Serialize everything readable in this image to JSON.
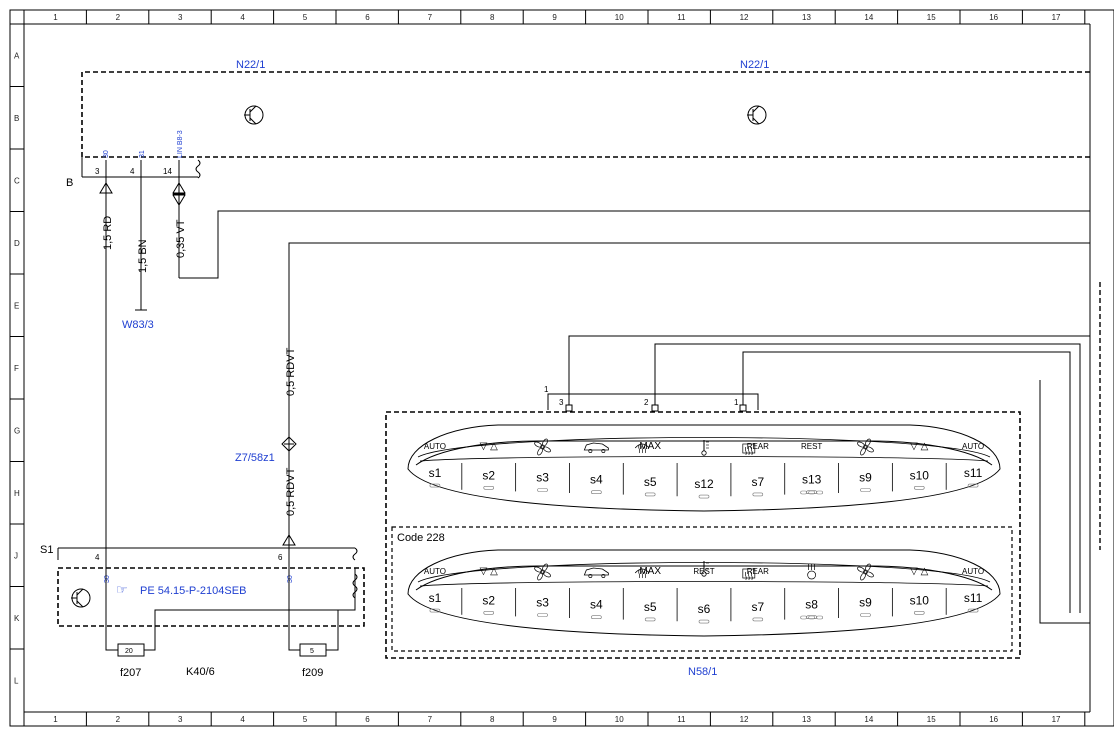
{
  "grid": {
    "columns": [
      "1",
      "2",
      "3",
      "4",
      "5",
      "6",
      "7",
      "8",
      "9",
      "10",
      "11",
      "12",
      "13",
      "14",
      "15",
      "16",
      "17"
    ],
    "rows": [
      "A",
      "B",
      "C",
      "D",
      "E",
      "F",
      "G",
      "H",
      "J",
      "K",
      "L"
    ]
  },
  "components": {
    "n22_left": "N22/1",
    "n22_right": "N22/1",
    "connector_b": "B",
    "w83": "W83/3",
    "z7": "Z7/58z1",
    "s1": "S1",
    "k40": "K40/6",
    "f207": "f207",
    "f209": "f209",
    "n58": "N58/1",
    "code": "Code 228",
    "pe_ref": "PE 54.15-P-2104SEB"
  },
  "pins": {
    "p3": "3",
    "p4": "4",
    "p14": "14",
    "sig30": "30",
    "sig31": "31",
    "siglin": "LIN B8-3",
    "s1p4": "4",
    "s1p6": "6",
    "s1sig30a": "30",
    "s1sig30b": "30",
    "n58p3": "3",
    "n58p2": "2",
    "n58p1": "1",
    "n58lead": "1",
    "fuse20": "20",
    "fuse5": "5"
  },
  "wires": {
    "w1": "1,5 RD",
    "w2": "1,5 BN",
    "w3": "0,35 VT",
    "w4": "0,5 RDVT",
    "w5": "0,5 RDVT"
  },
  "panel_top": {
    "top_labels": [
      "AUTO",
      "▽ △",
      "",
      "",
      "MAX",
      "",
      "REAR",
      "REST",
      "",
      "▽ △",
      "AUTO"
    ],
    "buttons": [
      "s1",
      "s2",
      "s3",
      "s4",
      "s5",
      "s12",
      "s7",
      "s13",
      "s9",
      "s10",
      "s11"
    ]
  },
  "panel_bottom": {
    "top_labels": [
      "AUTO",
      "▽ △",
      "",
      "",
      "MAX",
      "REST",
      "REAR",
      "",
      "",
      "▽ △",
      "AUTO"
    ],
    "buttons": [
      "s1",
      "s2",
      "s3",
      "s4",
      "s5",
      "s6",
      "s7",
      "s8",
      "s9",
      "s10",
      "s11"
    ]
  }
}
